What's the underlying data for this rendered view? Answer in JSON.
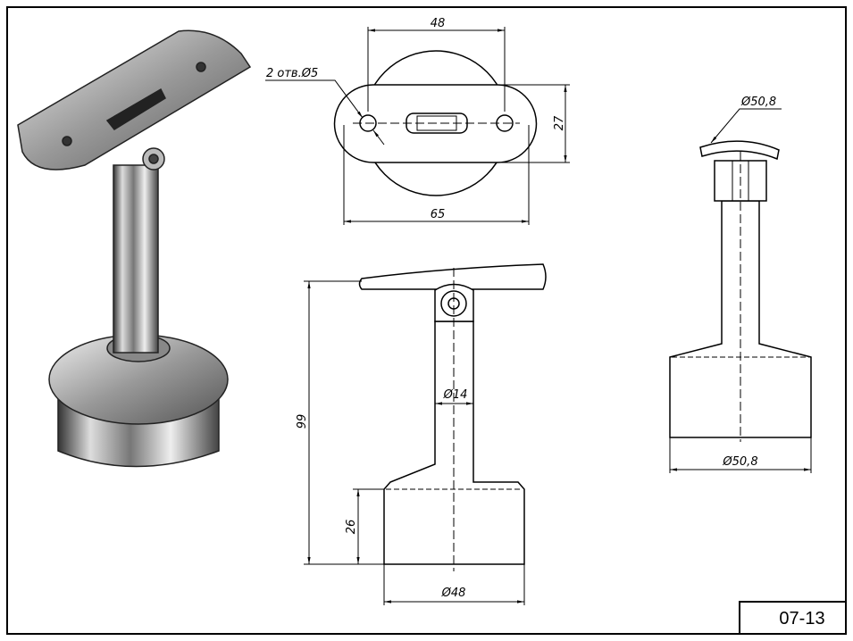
{
  "drawing": {
    "code": "07-13",
    "top_view": {
      "width_holes": "48",
      "width_total": "65",
      "height": "27",
      "holes_note": "2 отв.Ø5"
    },
    "front_view": {
      "total_height": "99",
      "base_height": "26",
      "base_diameter": "Ø48",
      "stem_diameter": "Ø14"
    },
    "side_view": {
      "saddle_diameter": "Ø50,8",
      "base_diameter": "Ø50,8"
    }
  }
}
